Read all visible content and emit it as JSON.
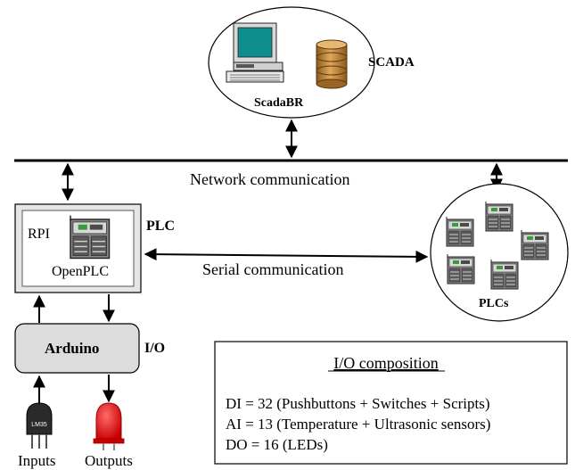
{
  "scada": {
    "label": "SCADA",
    "software": "ScadaBR"
  },
  "network": {
    "label": "Network communication"
  },
  "plc": {
    "label": "PLC",
    "board": "RPI",
    "software": "OpenPLC"
  },
  "serial": {
    "label": "Serial communication"
  },
  "plcs_group": {
    "label": "PLCs"
  },
  "io": {
    "label": "I/O",
    "controller": "Arduino",
    "inputs_label": "Inputs",
    "outputs_label": "Outputs",
    "sensor_marking": "LM35"
  },
  "io_composition": {
    "title": "I/O composition",
    "lines": [
      "DI = 32 (Pushbuttons + Switches + Scripts)",
      "AI = 13 (Temperature + Ultrasonic sensors)",
      "DO = 16 (LEDs)"
    ]
  },
  "colors": {
    "monitor_screen": "#0f8c8c",
    "database": "#c8893a",
    "arduino_fill": "#dcdcdc",
    "plc_box_fill": "#e6e6e6",
    "led_red": "#e00000",
    "plc_module_green": "#3a9a3a"
  }
}
